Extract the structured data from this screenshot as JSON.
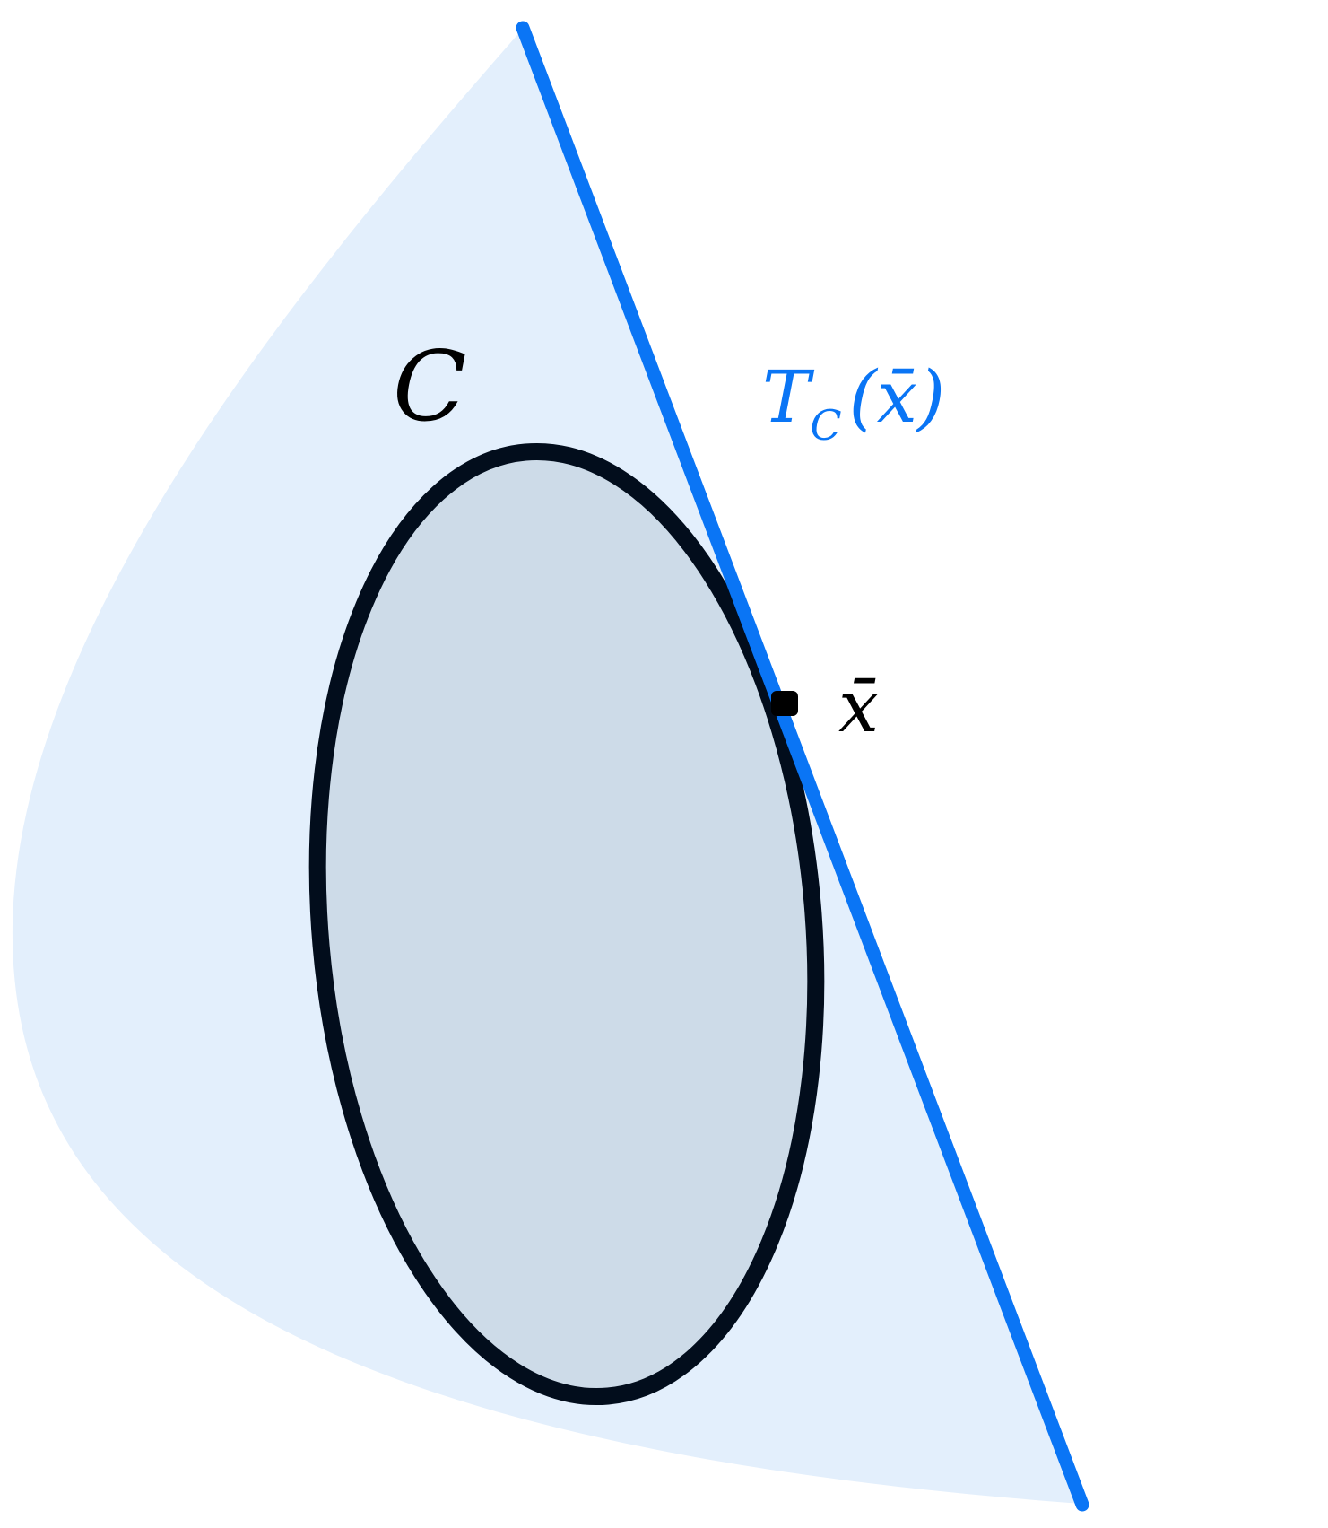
{
  "diagram": {
    "set_label": "C",
    "point_label": "x̄",
    "tangent_label": "T",
    "tangent_subscript": "C",
    "tangent_argument": "(x̄)",
    "colors": {
      "cone_fill": "#e3effc",
      "set_fill": "#cddbe8",
      "set_outline": "#020d1c",
      "tangent_line": "#0a75f5",
      "point": "#000000",
      "label": "#000000",
      "tangent_label": "#0a75f5"
    }
  }
}
